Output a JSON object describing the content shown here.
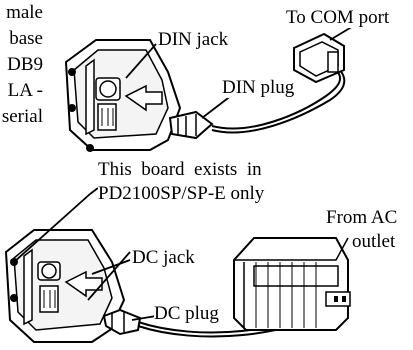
{
  "left_text": [
    "male",
    "base",
    "DB9",
    "LA -",
    "serial"
  ],
  "labels": {
    "to_com_port": "To COM port",
    "din_jack": "DIN jack",
    "din_plug": "DIN plug",
    "board_line1": "This  board  exists  in",
    "board_line2": "PD2100SP/SP-E only",
    "from_ac_1": "From AC",
    "from_ac_2": "outlet",
    "dc_jack": "DC jack",
    "dc_plug": "DC plug"
  },
  "colors": {
    "ink": "#000000",
    "paper": "#ffffff",
    "shade": "#e8e8e8"
  }
}
